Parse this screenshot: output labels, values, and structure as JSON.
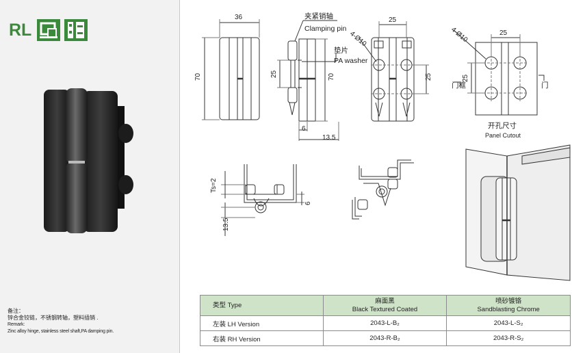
{
  "brand": {
    "code": "RL",
    "colors": {
      "brand_green": "#3b8a3b",
      "table_header": "#cfe3c8"
    },
    "icons": [
      "mounting-icon",
      "fixing-icon"
    ]
  },
  "remarks": {
    "label_cn": "备注：",
    "text_cn": "锌合金铰链，不锈钢转轴，塑料插销 .",
    "label_en": "Remark:",
    "text_en": "Zinc alloy hinge, stainless steel shaft,PA damping pin."
  },
  "drawing": {
    "dims": {
      "width_36": "36",
      "height_70": "70",
      "pin_25": "25",
      "side_70": "70",
      "side_6": "6",
      "side_13_5": "13.5",
      "front_25": "25",
      "front_25_v": "25",
      "front_holes": "4-Ø10",
      "cut_25": "25",
      "cut_25_v": "25",
      "cut_holes": "4-Ø10",
      "ts": "Ts=2",
      "sec_6": "6",
      "sec_13_5": "13.5"
    },
    "labels": {
      "clamping_pin_cn": "夹紧销轴",
      "clamping_pin_en": "Clamping pin",
      "washer_cn": "垫片",
      "washer_en": "PA washer",
      "frame_cn": "门框",
      "door_cn": "门",
      "cutout_cn": "开孔尺寸",
      "cutout_en": "Panel Cutout"
    }
  },
  "table": {
    "header": {
      "type": "类型 Type",
      "col1_cn": "麻面黑",
      "col1_en": "Black Textured Coated",
      "col2_cn": "喷砂镀铬",
      "col2_en": "Sandblasting Chrome"
    },
    "rows": [
      {
        "type": "左装 LH Version",
        "black": "2043-L-B₂",
        "chrome": "2043-L-S₂"
      },
      {
        "type": "右装 RH Version",
        "black": "2043-R-B₂",
        "chrome": "2043-R-S₂"
      }
    ]
  }
}
